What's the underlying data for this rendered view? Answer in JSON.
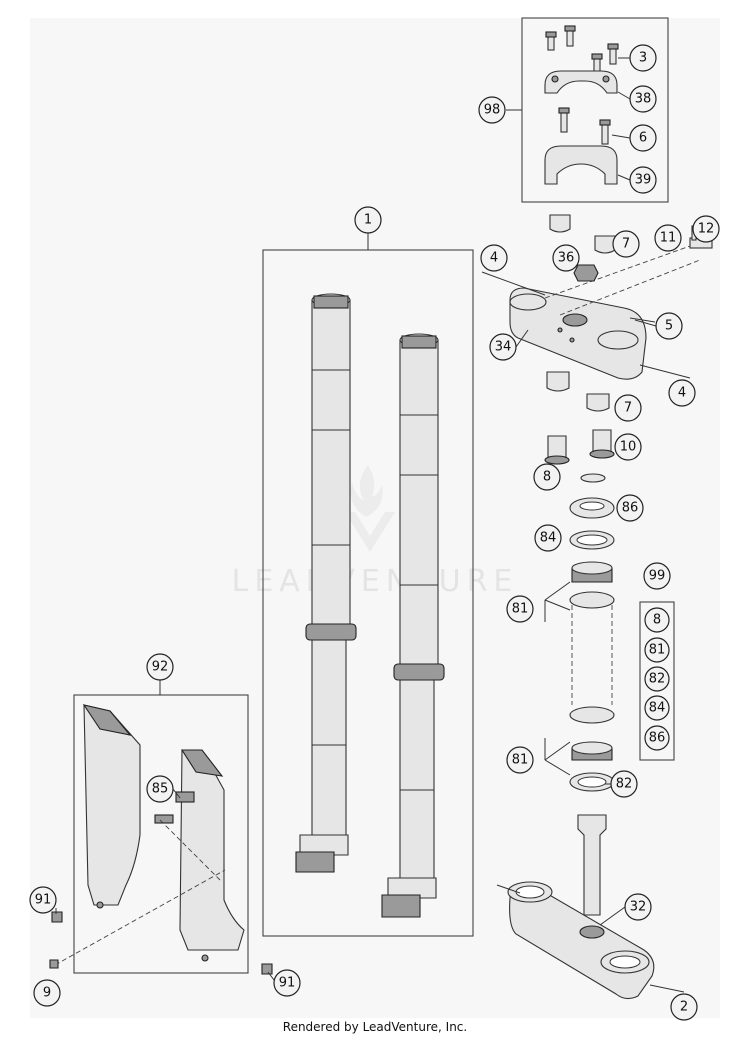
{
  "watermark": "LEADVENTURE",
  "footer": "Rendered by LeadVenture, Inc.",
  "callouts": {
    "c98": "98",
    "c3": "3",
    "c38": "38",
    "c6": "6",
    "c39": "39",
    "c1": "1",
    "c12": "12",
    "c4a": "4",
    "c7a": "7",
    "c11": "11",
    "c36": "36",
    "c5": "5",
    "c34": "34",
    "c4b": "4",
    "c7b": "7",
    "c10": "10",
    "c8": "8",
    "c86": "86",
    "c84": "84",
    "c81a": "81",
    "c99": "99",
    "k8": "8",
    "k81": "81",
    "k82": "82",
    "k84": "84",
    "k86": "86",
    "c81b": "81",
    "c82": "82",
    "c92": "92",
    "c85": "85",
    "c32": "32",
    "c91a": "91",
    "c91b": "91",
    "c9": "9",
    "c2": "2"
  }
}
